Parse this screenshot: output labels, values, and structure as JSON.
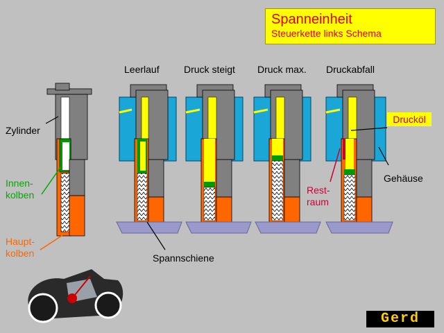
{
  "title": {
    "main": "Spanneinheit",
    "sub": "Steuerkette links Schema"
  },
  "stages": [
    "Leerlauf",
    "Druck steigt",
    "Druck max.",
    "Druckabfall"
  ],
  "labels": {
    "zylinder": "Zylinder",
    "innenkolben": "Innen-\nkolben",
    "hauptkolben": "Haupt-\nkolben",
    "spannschiene": "Spannschiene",
    "restraum": "Rest-\nraum",
    "gehaeuse": "Gehäuse",
    "druckoel": "Drucköl"
  },
  "logo": "Gerd",
  "colors": {
    "background": "#c0c0c0",
    "housing": "#1aa6d6",
    "oil": "#ffff00",
    "piston_outer": "#ff6600",
    "inner_piston": "#009900",
    "cylinder": "#808080",
    "rail": "#9999cc",
    "title_text": "#e00000"
  }
}
